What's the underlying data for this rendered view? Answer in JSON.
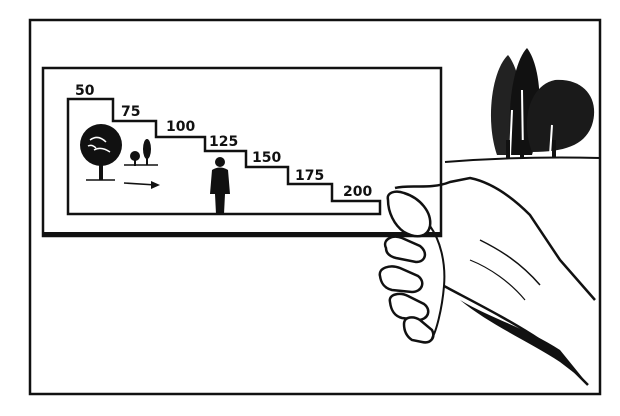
{
  "figure": {
    "scale_labels": [
      "50",
      "75",
      "100",
      "125",
      "150",
      "175",
      "200"
    ],
    "ink_color": "#111111",
    "paper_color": "#ffffff",
    "icons": [
      "tree-icon",
      "small-trees-icon",
      "arrow-icon",
      "person-icon",
      "hand-icon",
      "tree-group-icon"
    ]
  }
}
